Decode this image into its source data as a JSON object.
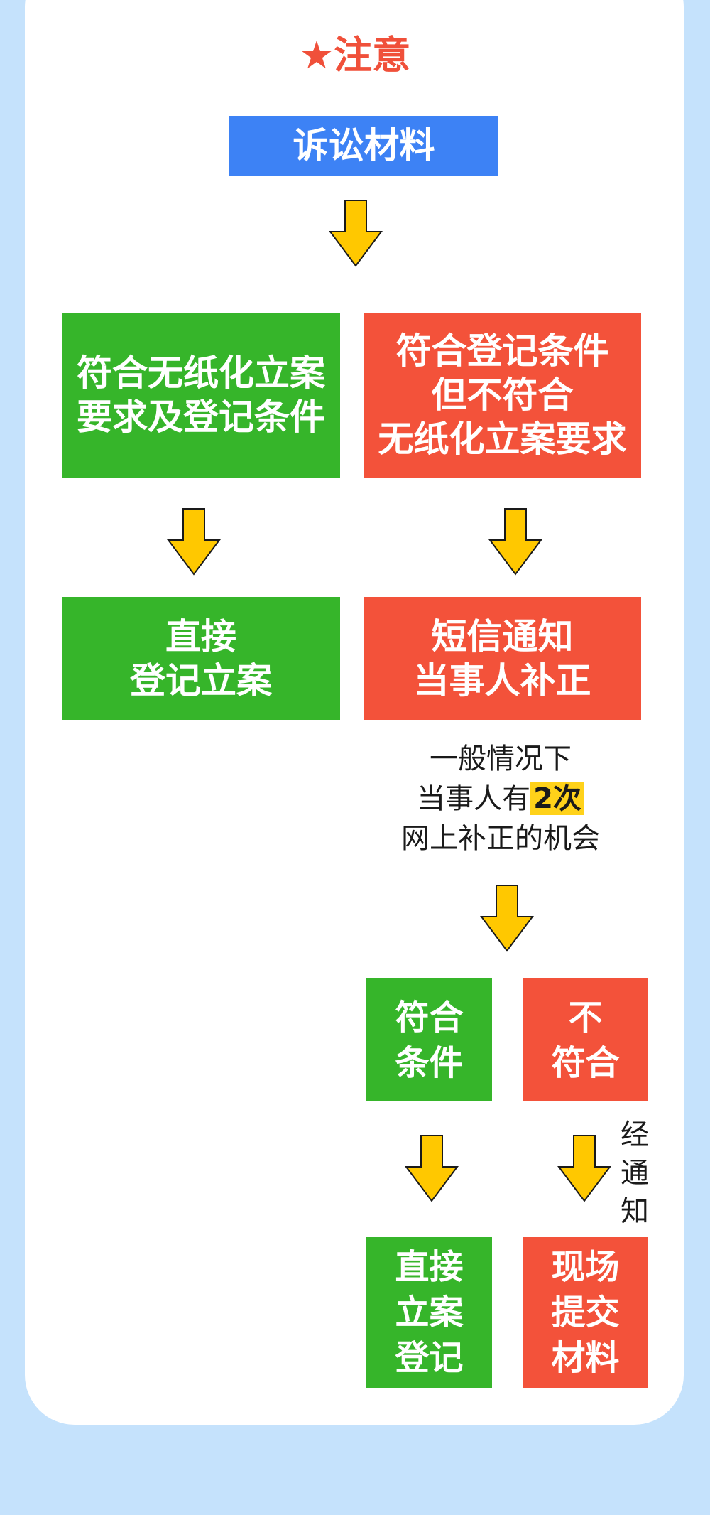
{
  "title": "★注意",
  "nodes": {
    "materials": "诉讼材料",
    "eligible_paperless": "符合无纸化立案\n要求及登记条件",
    "eligible_not_paperless": "符合登记条件\n但不符合\n无纸化立案要求",
    "direct_register": "直接\n登记立案",
    "sms_notify": "短信通知\n当事人补正",
    "meets": "符合\n条件",
    "not_meets": "不\n符合",
    "direct_file": "直接\n立案\n登记",
    "onsite_submit": "现场\n提交\n材料"
  },
  "note": {
    "line1": "一般情况下",
    "line2_prefix": "当事人有",
    "line2_highlight": "2次",
    "line3": "网上补正的机会"
  },
  "side_label": "经\n通\n知",
  "colors": {
    "title": "#f0503a",
    "blue": "#3d82f5",
    "green": "#36b52a",
    "red": "#f3523a",
    "arrow": "#ffc800",
    "highlight": "#ffd21a",
    "background": "#c5e2fc"
  }
}
